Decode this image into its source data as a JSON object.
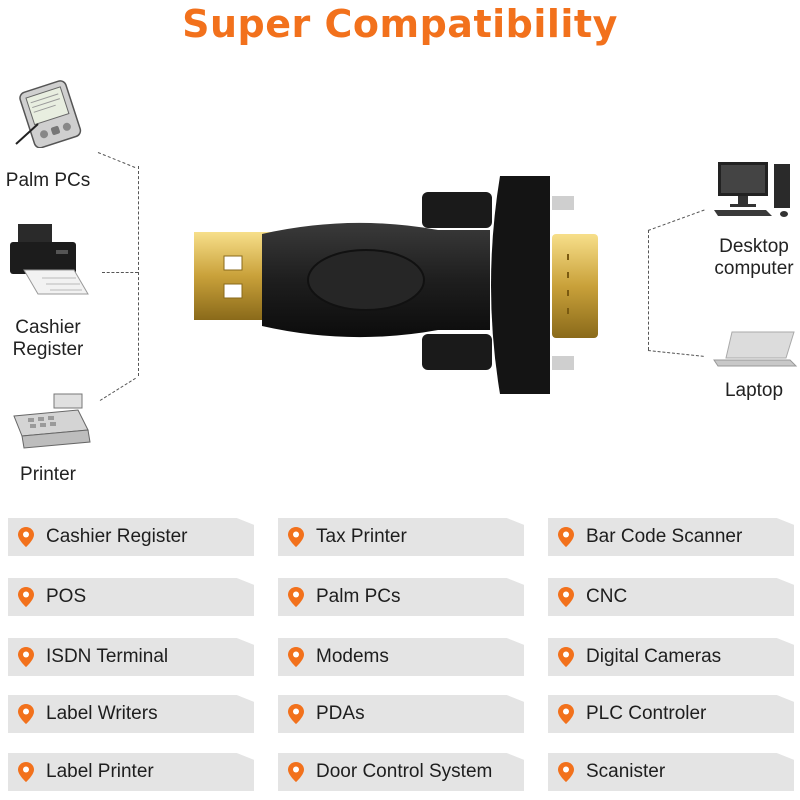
{
  "title": "Super Compatibility",
  "accent_color": "#f2711c",
  "left_devices": [
    {
      "icon": "palm-pc-icon",
      "label": "Palm PCs"
    },
    {
      "icon": "printer-icon",
      "label": "Cashier\nRegister"
    },
    {
      "icon": "cash-register-icon",
      "label": "Printer"
    }
  ],
  "right_devices": [
    {
      "icon": "desktop-computer-icon",
      "label": "Desktop\ncomputer"
    },
    {
      "icon": "laptop-icon",
      "label": "Laptop"
    }
  ],
  "product": "usb-to-serial-adapter-image",
  "compatible_list": [
    [
      "Cashier Register",
      "Tax Printer",
      "Bar Code Scanner"
    ],
    [
      "POS",
      "Palm PCs",
      "CNC"
    ],
    [
      "ISDN Terminal",
      "Modems",
      "Digital Cameras"
    ],
    [
      "Label Writers",
      "PDAs",
      "PLC Controler"
    ],
    [
      "Label Printer",
      "Door Control System",
      "Scanister"
    ]
  ]
}
